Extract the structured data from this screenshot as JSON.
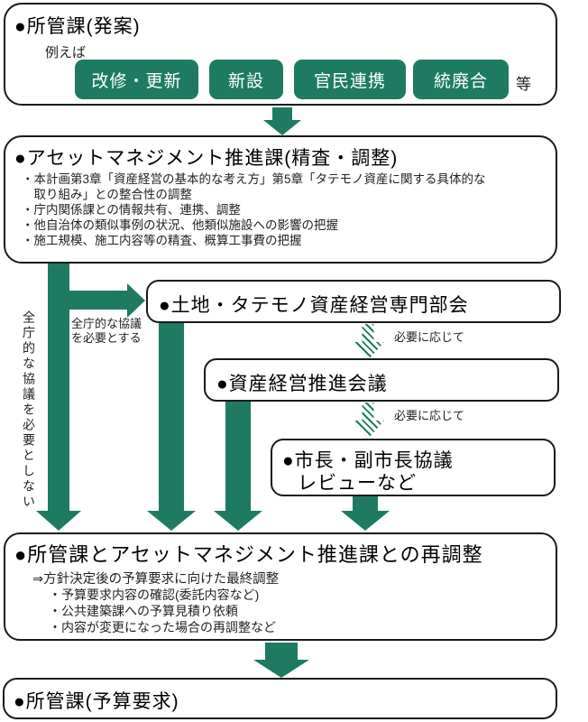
{
  "colors": {
    "accent_green": "#1e7b62",
    "box_border": "#1a1a1a",
    "background": "#ffffff",
    "tag_text": "#ffffff"
  },
  "diagram": {
    "box_proposal": {
      "title": "●所管課(発案)",
      "example_label": "例えば",
      "tags": [
        "改修・更新",
        "新設",
        "官民連携",
        "統廃合"
      ],
      "etc_label": "等"
    },
    "box_asset_mgmt": {
      "title": "●アセットマネジメント推進課(精査・調整)",
      "bullets": [
        "・本計画第3章「資産経営の基本的な考え方」第5章「タテモノ資産に関する具体的な\n取り組み」との整合性の調整",
        "・庁内関係課との情報共有、連携、調整",
        "・他自治体の類似事例の状況、他類似施設への影響の把握",
        "・施工規模、施工内容等の精査、概算工事費の把握"
      ]
    },
    "label_no_citywide_consult": "全庁的な協議を必要としない",
    "label_citywide_consult": "全庁的な協議\nを必要とする",
    "box_land_panel": {
      "title": "●土地・タテモノ資産経営専門部会"
    },
    "label_as_needed_1": "必要に応じて",
    "box_asset_council": {
      "title": "●資産経営推進会議"
    },
    "label_as_needed_2": "必要に応じて",
    "box_mayor": {
      "title": "●市長・副市長協議",
      "line2": "レビューなど"
    },
    "box_readjust": {
      "title": "●所管課とアセットマネジメント推進課との再調整",
      "lead": "⇒方針決定後の予算要求に向けた最終調整",
      "bullets": [
        "・予算要求内容の確認(委託内容など)",
        "・公共建築課への予算見積り依頼",
        "・内容が変更になった場合の再調整など"
      ]
    },
    "box_budget_request": {
      "title": "●所管課(予算要求)"
    }
  }
}
